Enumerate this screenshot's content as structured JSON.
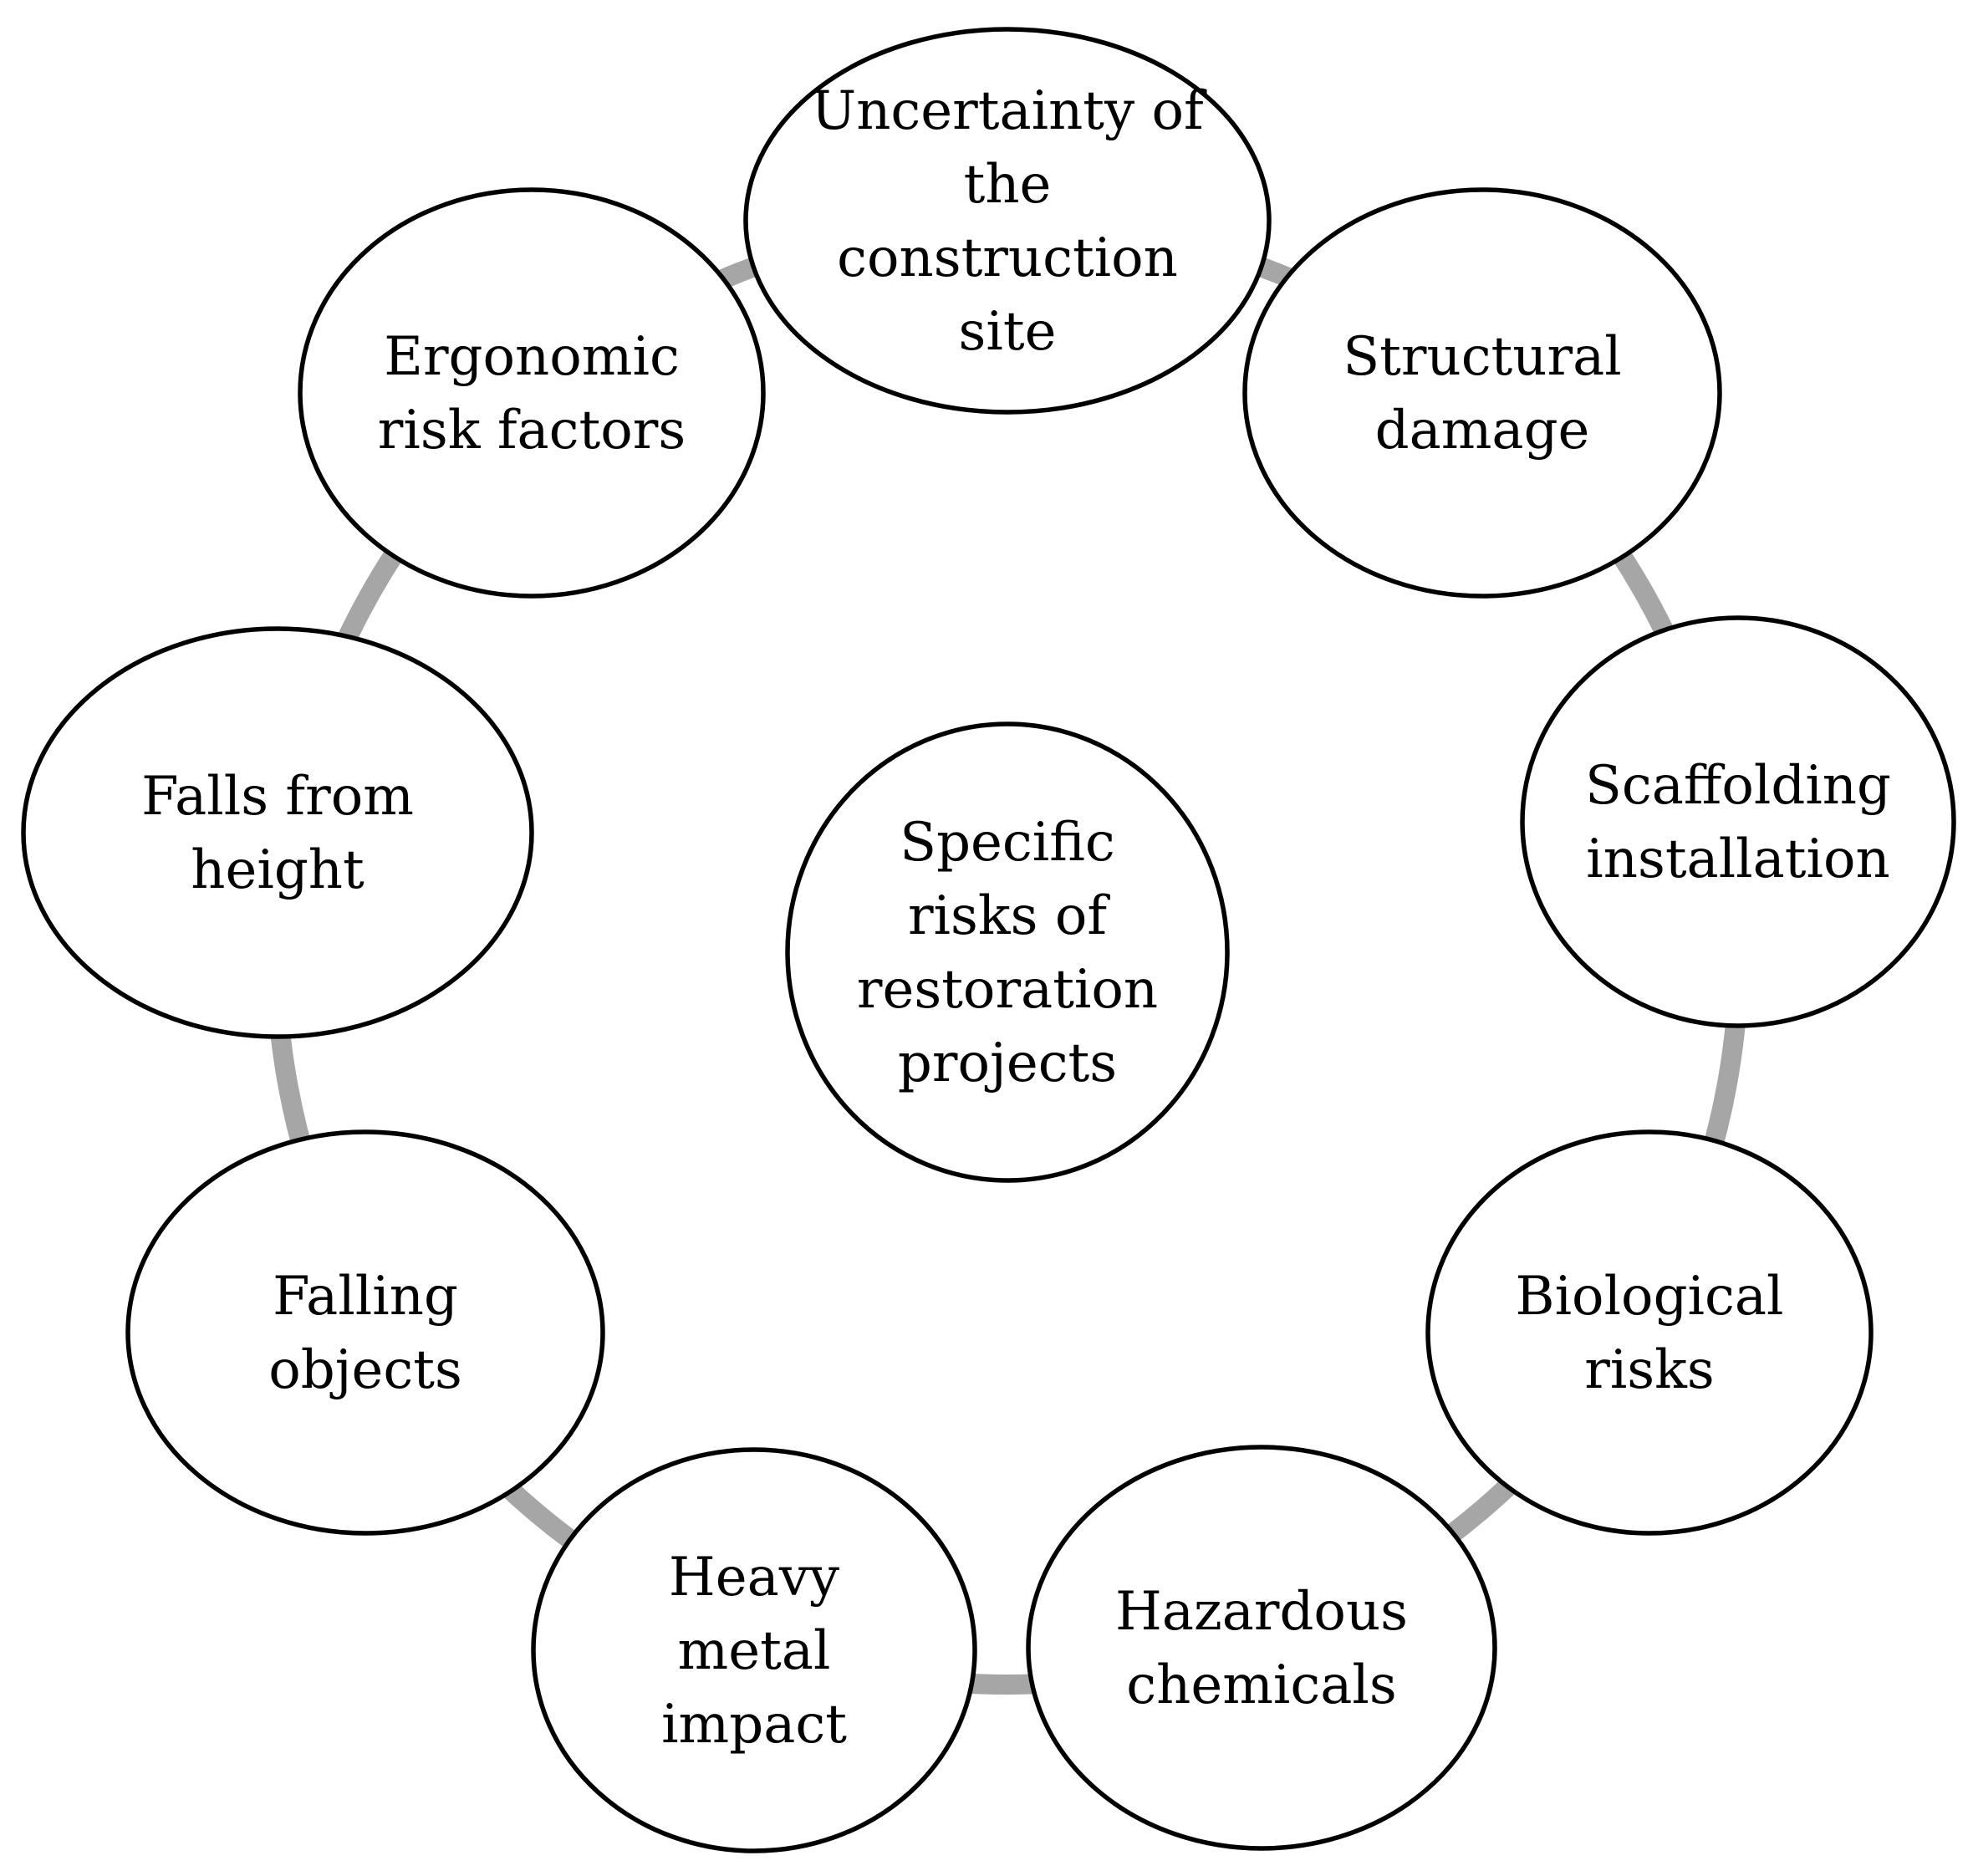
{
  "center": {
    "label": [
      "Specific",
      "risks of",
      "restoration",
      "projects"
    ]
  },
  "nodes": [
    {
      "label": [
        "Uncertainty of",
        "the",
        "construction",
        "site"
      ]
    },
    {
      "label": [
        "Structural",
        "damage"
      ]
    },
    {
      "label": [
        "Scaffolding",
        "installation"
      ]
    },
    {
      "label": [
        "Biological",
        "risks"
      ]
    },
    {
      "label": [
        "Hazardous",
        "chemicals"
      ]
    },
    {
      "label": [
        "Heavy",
        "metal",
        "impact"
      ]
    },
    {
      "label": [
        "Falling",
        "objects"
      ]
    },
    {
      "label": [
        "Falls from",
        "height"
      ]
    },
    {
      "label": [
        "Ergonomic",
        "risk factors"
      ]
    }
  ],
  "colors": {
    "connector": "#a6a6a6",
    "outline": "#000000",
    "fill": "#ffffff",
    "text": "#000000"
  }
}
